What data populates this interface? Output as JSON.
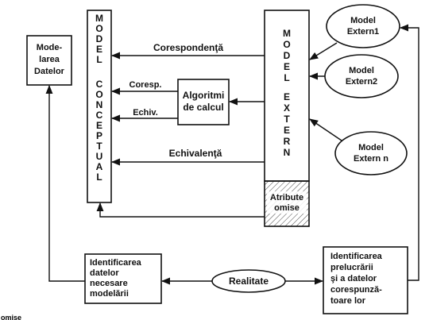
{
  "nodes": {
    "modelarea_datelor": [
      "Mode-",
      "larea",
      "Datelor"
    ],
    "model_conceptual": {
      "word1": [
        "M",
        "O",
        "D",
        "E",
        "L"
      ],
      "word2": [
        "C",
        "O",
        "N",
        "C",
        "E",
        "P",
        "T",
        "U",
        "A",
        "L"
      ]
    },
    "model_extern": {
      "word1": [
        "M",
        "O",
        "D",
        "E",
        "L"
      ],
      "word2": [
        "E",
        "X",
        "T",
        "E",
        "R",
        "N"
      ]
    },
    "algoritmi_de_calcul": [
      "Algoritmi",
      "de calcul"
    ],
    "atribute_omise": [
      "Atribute",
      "omise"
    ],
    "model_extern1": [
      "Model",
      "Extern1"
    ],
    "model_extern2": [
      "Model",
      "Extern2"
    ],
    "model_externn": [
      "Model",
      "Extern n"
    ],
    "identificarea_datelor": [
      "Identificarea",
      "datelor",
      "necesare",
      "modelării"
    ],
    "realitate": "Realitate",
    "identificarea_prelucrarii": [
      "Identificarea",
      "prelucrării",
      "şi a datelor",
      "corespunză-",
      "toare lor"
    ]
  },
  "edges": {
    "corespondenta": "Corespondenţă",
    "coresp": "Coresp.",
    "echiv": "Echiv.",
    "echivalenta": "Echivalenţă"
  },
  "fragment": "omise"
}
